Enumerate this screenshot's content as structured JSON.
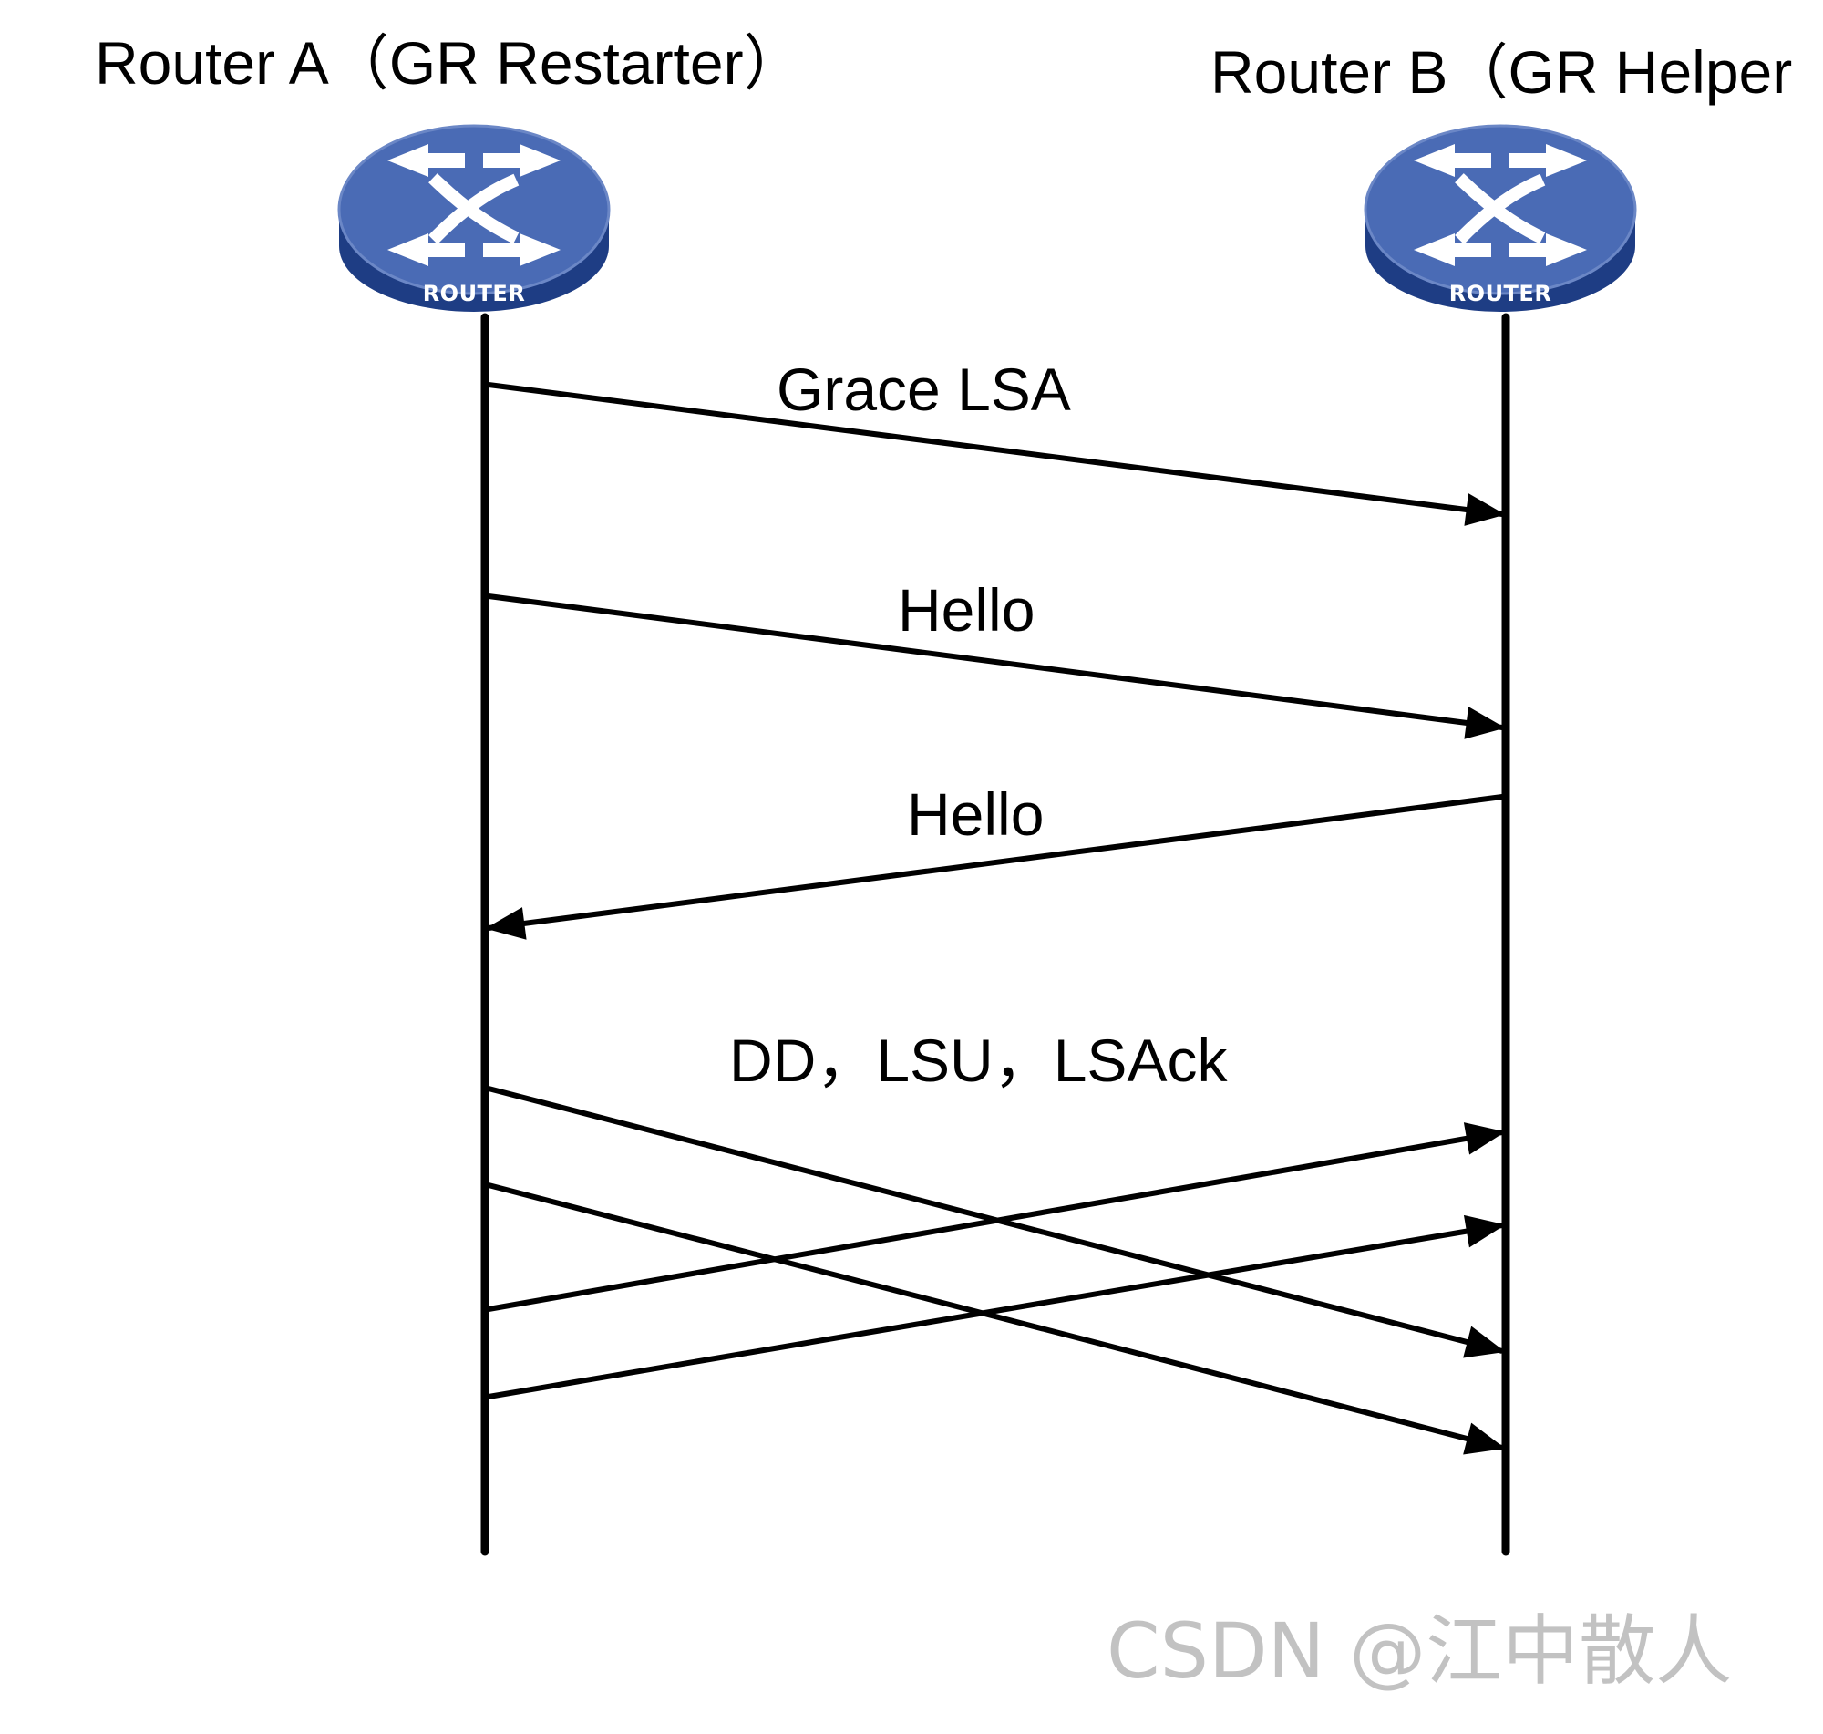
{
  "routers": [
    {
      "title": "Router A（GR Restarter）",
      "badge": "ROUTER",
      "icon": "router-icon"
    },
    {
      "title": "Router B（GR Helper",
      "badge": "ROUTER",
      "icon": "router-icon"
    }
  ],
  "messages": [
    {
      "label": "Grace LSA",
      "from": "Router A",
      "to": "Router B"
    },
    {
      "label": "Hello",
      "from": "Router A",
      "to": "Router B"
    },
    {
      "label": "Hello",
      "from": "Router B",
      "to": "Router A"
    },
    {
      "label": "DD，LSU，LSAck",
      "exchanges": [
        {
          "from": "Router A",
          "to": "Router B"
        },
        {
          "from": "Router A",
          "to": "Router B"
        },
        {
          "from": "Router A",
          "to": "Router B"
        },
        {
          "from": "Router A",
          "to": "Router B"
        }
      ]
    }
  ],
  "watermark": "CSDN @江中散人",
  "colors": {
    "router_top": "#4a6bb5",
    "router_side": "#1e3d84",
    "lines": "#000000",
    "watermark": "#c2c2c2"
  }
}
